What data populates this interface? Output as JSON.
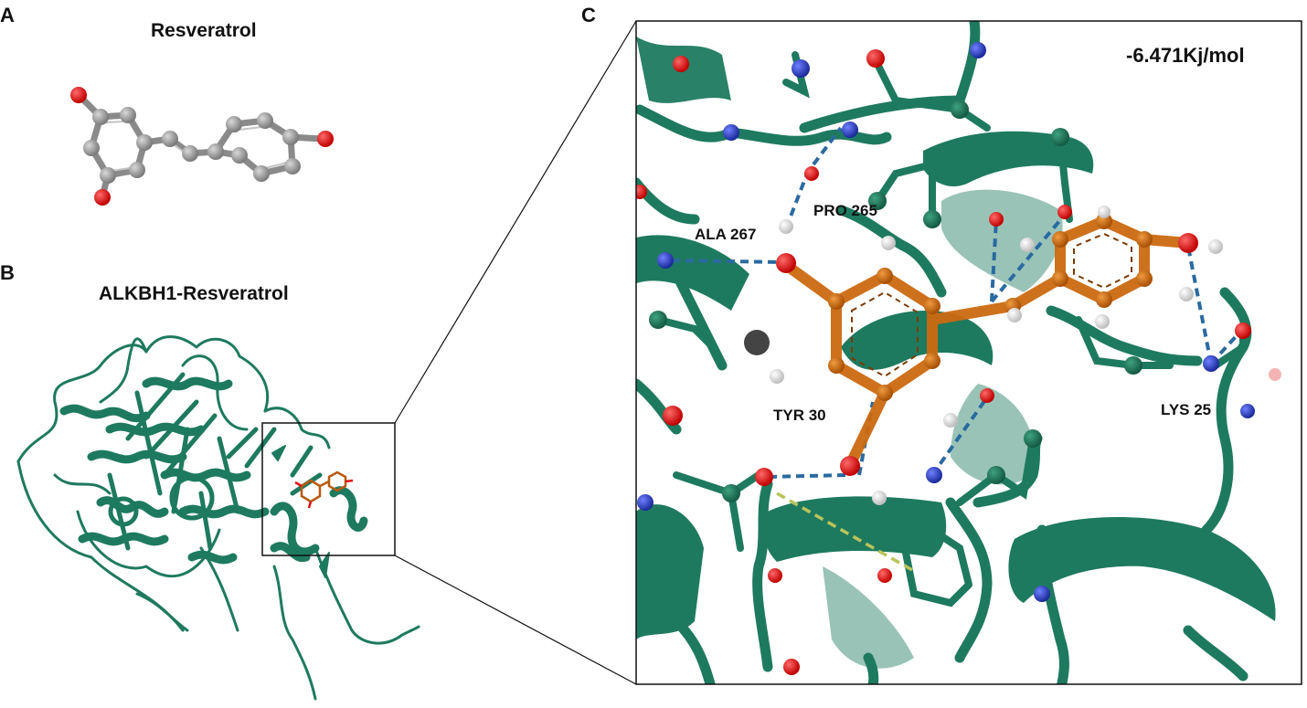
{
  "panels": {
    "a": {
      "letter": "A",
      "title": "Resveratrol"
    },
    "b": {
      "letter": "B",
      "title": "ALKBH1-Resveratrol"
    },
    "c": {
      "letter": "C",
      "binding_energy": "-6.471Kj/mol",
      "residues": [
        "PRO 265",
        "ALA 267",
        "TYR 30",
        "LYS 25"
      ]
    }
  },
  "colors": {
    "protein": "#1e7a5f",
    "ligand": "#cc6a10",
    "carbon": "#8c8c8c",
    "oxygen": "#e01010",
    "nitrogen": "#2a3fbf",
    "hydrogen": "#f0f0f0",
    "hbond": "#2a6aa0",
    "pi_contact": "#b9c45a"
  }
}
